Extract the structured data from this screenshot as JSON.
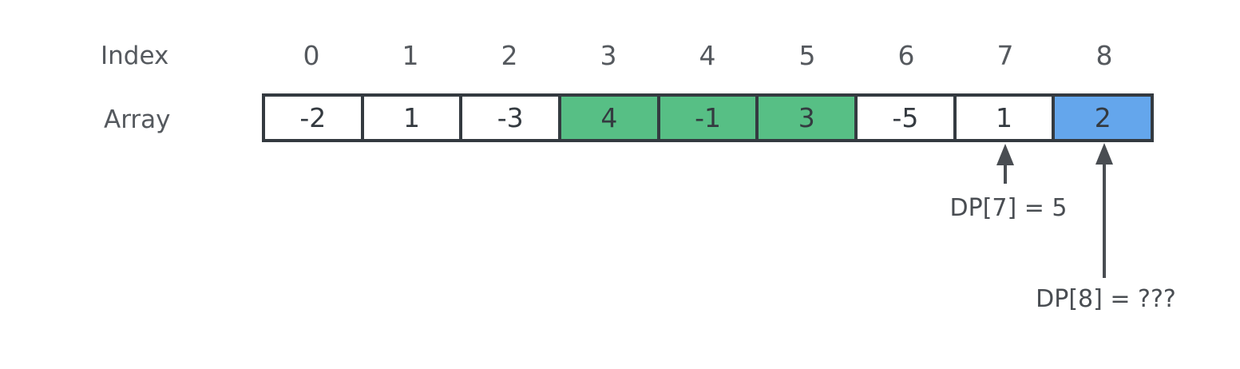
{
  "diagram": {
    "row_labels": {
      "index": "Index",
      "array": "Array"
    },
    "indices": [
      "0",
      "1",
      "2",
      "3",
      "4",
      "5",
      "6",
      "7",
      "8"
    ],
    "cells": [
      {
        "index": "0",
        "value": "-2",
        "state": "default"
      },
      {
        "index": "1",
        "value": "1",
        "state": "default"
      },
      {
        "index": "2",
        "value": "-3",
        "state": "default"
      },
      {
        "index": "3",
        "value": "4",
        "state": "highlight-green"
      },
      {
        "index": "4",
        "value": "-1",
        "state": "highlight-green"
      },
      {
        "index": "5",
        "value": "3",
        "state": "highlight-green"
      },
      {
        "index": "6",
        "value": "-5",
        "state": "default"
      },
      {
        "index": "7",
        "value": "1",
        "state": "default"
      },
      {
        "index": "8",
        "value": "2",
        "state": "highlight-blue"
      }
    ],
    "annotations": {
      "dp7": {
        "label": "DP[7] = 5",
        "points_to_index": "7"
      },
      "dp8": {
        "label": "DP[8] = ???",
        "points_to_index": "8"
      }
    },
    "colors": {
      "highlight_green": "#57bf85",
      "highlight_blue": "#64a6ec",
      "cell_default": "#ffffff",
      "border_dark": "#343a40",
      "label_gray": "#55595e",
      "annotation_gray": "#494d52",
      "background": "#ffffff"
    }
  }
}
